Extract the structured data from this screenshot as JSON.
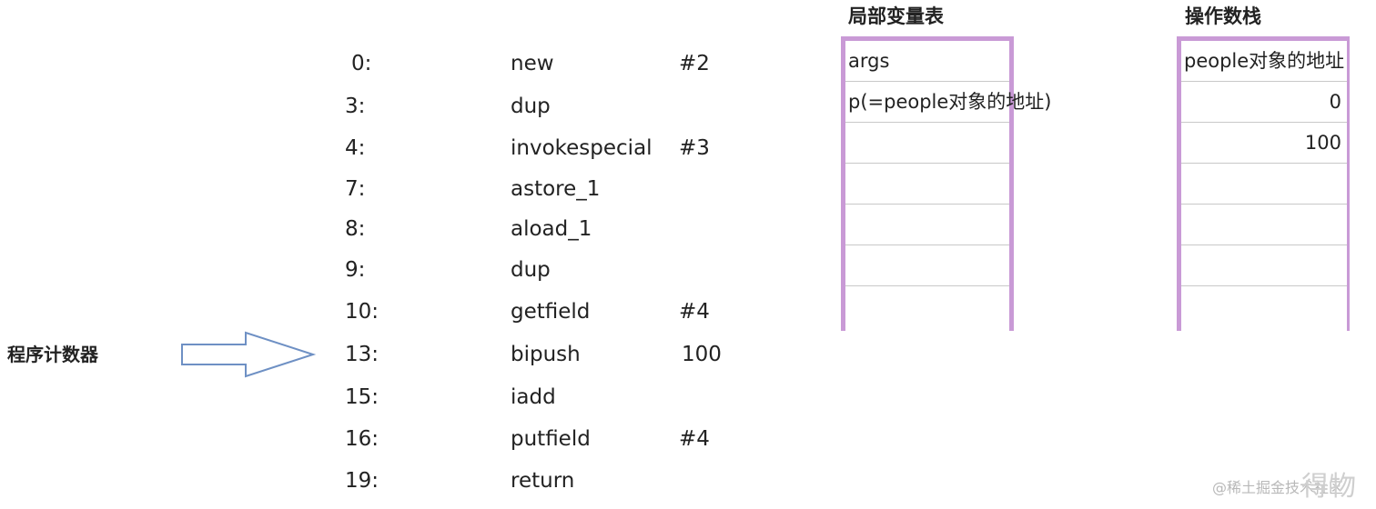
{
  "instructions": [
    {
      "offset": "0:",
      "opcode": "new",
      "operand": "#2"
    },
    {
      "offset": "3:",
      "opcode": "dup",
      "operand": ""
    },
    {
      "offset": "4:",
      "opcode": "invokespecial",
      "operand": "#3"
    },
    {
      "offset": "7:",
      "opcode": "astore_1",
      "operand": ""
    },
    {
      "offset": "8:",
      "opcode": "aload_1",
      "operand": ""
    },
    {
      "offset": "9:",
      "opcode": "dup",
      "operand": ""
    },
    {
      "offset": "10:",
      "opcode": "getfield",
      "operand": "#4"
    },
    {
      "offset": "13:",
      "opcode": "bipush",
      "operand": "100"
    },
    {
      "offset": "15:",
      "opcode": "iadd",
      "operand": ""
    },
    {
      "offset": "16:",
      "opcode": "putfield",
      "operand": "#4"
    },
    {
      "offset": "19:",
      "opcode": "return",
      "operand": ""
    }
  ],
  "program_counter": {
    "label": "程序计数器",
    "points_to_index": 7
  },
  "local_variable_table": {
    "title": "局部变量表",
    "cells": [
      "args",
      "p(=people对象的地址)",
      "",
      "",
      "",
      "",
      ""
    ]
  },
  "operand_stack": {
    "title": "操作数栈",
    "cells": [
      "people对象的地址",
      "0",
      "100",
      "",
      "",
      "",
      ""
    ]
  },
  "watermark": {
    "text": "@稀土掘金技术社区",
    "large_text": "得物"
  },
  "colors": {
    "table_border": "#c99ad6",
    "arrow_stroke": "#6e90c4"
  }
}
